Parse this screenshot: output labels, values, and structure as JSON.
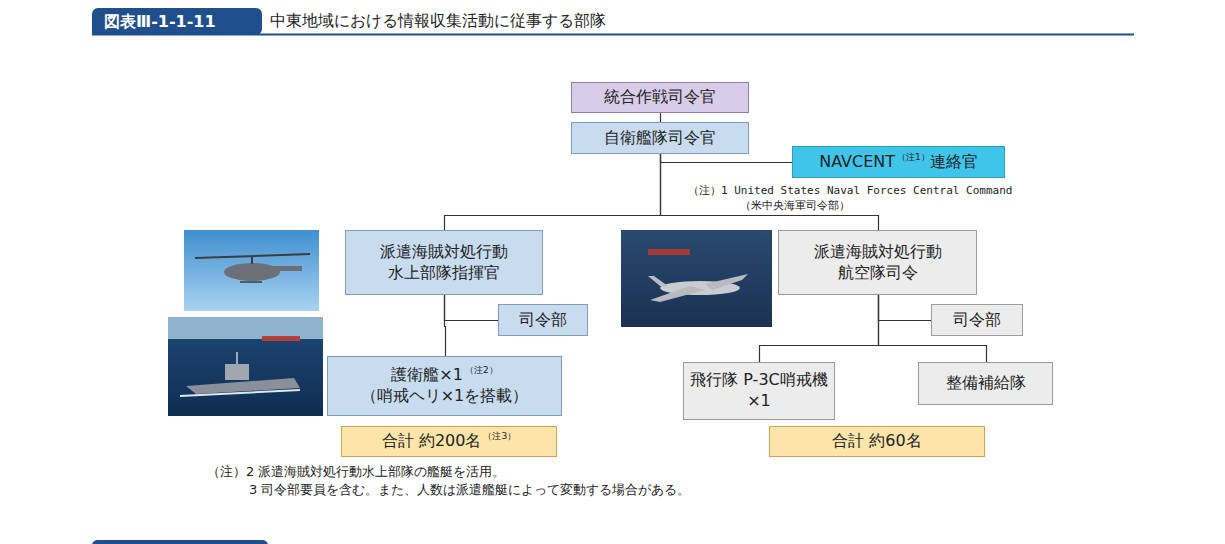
{
  "diagram": {
    "title": "中東地域における情報収集活動に従事する部隊",
    "nodes": [
      {
        "text": [
          "統合作戦司令官"
        ]
      },
      {
        "text": [
          "自衛艦隊司令官"
        ]
      },
      {
        "text": [
          "NAVCENT",
          "（注1）",
          "連絡官"
        ]
      },
      {
        "text": [
          "派遣海賊対処行動 水上部隊指揮官"
        ]
      },
      {
        "text": [
          "司令部"
        ]
      },
      {
        "text": [
          "護衛艦×1",
          "（注2）",
          "（哨戒ヘリ×1を搭載）"
        ]
      },
      {
        "text": [
          "合計 約200名",
          "（注3）"
        ]
      },
      {
        "text": [
          "派遣海賊対処行動 航空隊司令"
        ]
      },
      {
        "text": [
          "司令部"
        ]
      },
      {
        "text": [
          "飛行隊 P-3C哨戒機×1"
        ]
      },
      {
        "text": [
          "整備補給隊"
        ]
      },
      {
        "text": [
          "合計 約60名"
        ]
      }
    ],
    "edges": [
      {
        "from": 0,
        "to": 1,
        "arrow": "none"
      },
      {
        "from": 1,
        "to": 2,
        "arrow": "none"
      },
      {
        "from": 1,
        "to": 3,
        "arrow": "none"
      },
      {
        "from": 1,
        "to": 7,
        "arrow": "none"
      },
      {
        "from": 3,
        "to": 4,
        "arrow": "none"
      },
      {
        "from": 3,
        "to": 5,
        "arrow": "none"
      },
      {
        "from": 7,
        "to": 8,
        "arrow": "none"
      },
      {
        "from": 7,
        "to": 9,
        "arrow": "none"
      },
      {
        "from": 7,
        "to": 10,
        "arrow": "none"
      }
    ],
    "labels": [
      "図表Ⅲ-1-1-11",
      "（注）1 United States Naval Forces Central Command",
      "（米中央海軍司令部）",
      "（注）2 派遣海賊対処行動水上部隊の艦艇を活用。",
      "3 司令部要員を含む。また、人数は派遣艦艇によって変動する場合がある。"
    ]
  }
}
